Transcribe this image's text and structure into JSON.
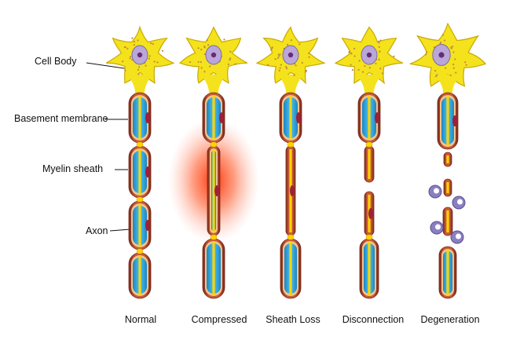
{
  "labels": {
    "cell_body": "Cell Body",
    "basement_membrane": "Basement membrane",
    "myelin_sheath": "Myelin sheath",
    "axon": "Axon"
  },
  "stages": [
    "Normal",
    "Compressed",
    "Sheath Loss",
    "Disconnection",
    "Degeneration"
  ],
  "colors": {
    "soma": "#f4e21c",
    "soma_outline": "#c9a800",
    "nucleus": "#b9a7d8",
    "nucleolus": "#6a2a7a",
    "membrane": "#c85a3a",
    "membrane_dark": "#7b2b1a",
    "myelin": "#f2c48a",
    "axon_blue": "#29a9e0",
    "axon_core": "#ffd400",
    "inflammation": "#ff3b1a",
    "macrophage": "#8a7fc0"
  }
}
